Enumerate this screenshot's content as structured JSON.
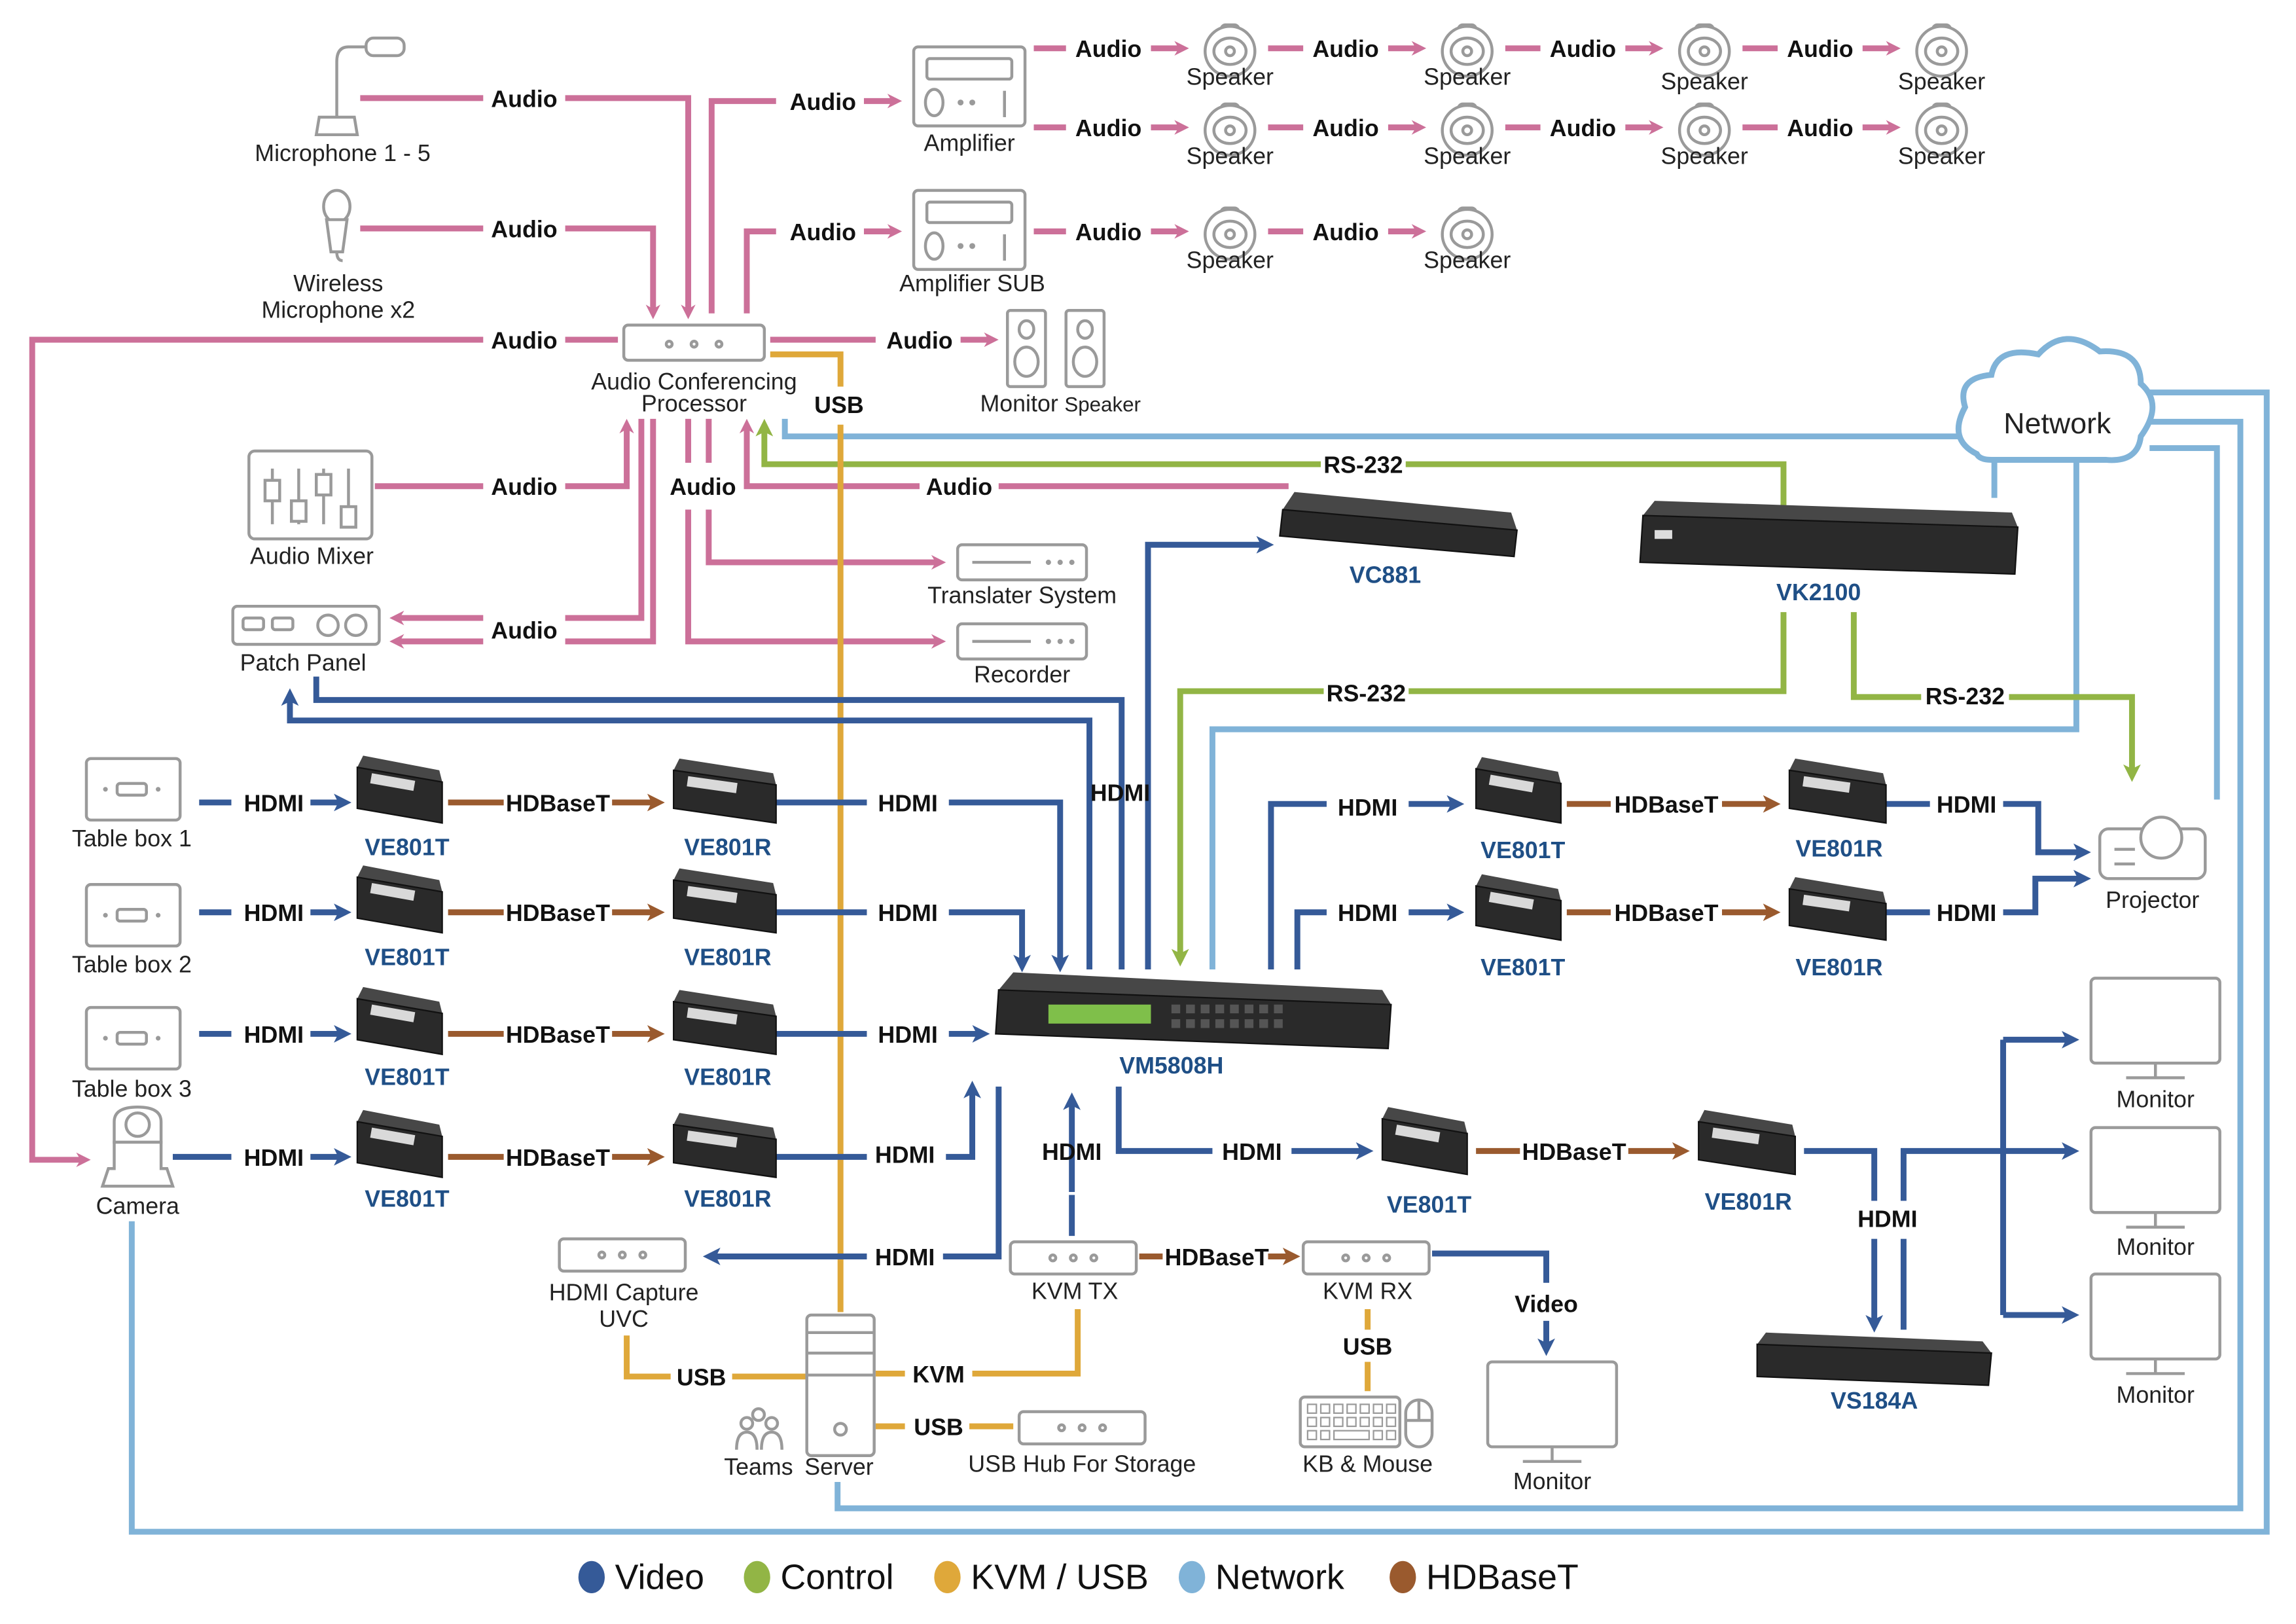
{
  "diagram": {
    "title": "Conference room AV integration diagram",
    "nodes": {
      "microphone": "Microphone 1 - 5",
      "wireless_mic_1": "Wireless",
      "wireless_mic_2": "Microphone x2",
      "acp_1": "Audio Conferencing",
      "acp_2": "Processor",
      "amplifier": "Amplifier",
      "amplifier_sub": "Amplifier SUB",
      "speaker": "Speaker",
      "monitor_speaker_a": "Monitor",
      "monitor_speaker_b": "Speaker",
      "audio_mixer": "Audio Mixer",
      "patch_panel": "Patch Panel",
      "translater": "Translater System",
      "recorder": "Recorder",
      "network": "Network",
      "table_box_1": "Table box 1",
      "table_box_2": "Table box 2",
      "table_box_3": "Table box 3",
      "camera": "Camera",
      "projector": "Projector",
      "monitor": "Monitor",
      "hdmi_capture_1": "HDMI Capture",
      "hdmi_capture_2": "UVC",
      "kvm_tx": "KVM TX",
      "kvm_rx": "KVM RX",
      "kb_mouse": "KB & Mouse",
      "teams": "Teams",
      "server": "Server",
      "usb_hub": "USB Hub For Storage"
    },
    "models": {
      "vc881": "VC881",
      "vk2100": "VK2100",
      "vm5808h": "VM5808H",
      "ve801t": "VE801T",
      "ve801r": "VE801R",
      "vs184a": "VS184A"
    },
    "connections": {
      "audio": "Audio",
      "hdmi": "HDMI",
      "hdbaset": "HDBaseT",
      "usb": "USB",
      "rs232": "RS-232",
      "kvm": "KVM",
      "video": "Video"
    }
  },
  "legend": [
    {
      "label": "Video",
      "color": "#355a98"
    },
    {
      "label": "Control",
      "color": "#92b545"
    },
    {
      "label": "KVM / USB",
      "color": "#dfa83a"
    },
    {
      "label": "Network",
      "color": "#80b3d8"
    },
    {
      "label": "HDBaseT",
      "color": "#9a5a2e"
    }
  ]
}
